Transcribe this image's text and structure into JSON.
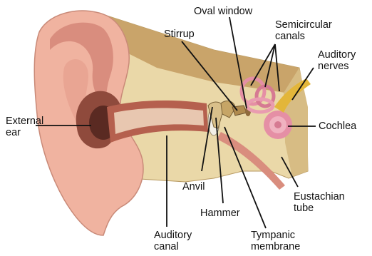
{
  "labels": {
    "external_ear": [
      "External",
      "ear"
    ],
    "stirrup": "Stirrup",
    "oval_window": "Oval window",
    "semicircular_canals": [
      "Semicircular",
      "canals"
    ],
    "auditory_nerves": [
      "Auditory",
      "nerves"
    ],
    "cochlea": "Cochlea",
    "anvil": "Anvil",
    "hammer": "Hammer",
    "auditory_canal": [
      "Auditory",
      "canal"
    ],
    "tympanic_membrane": [
      "Tympanic",
      "membrane"
    ],
    "eustachian_tube": [
      "Eustachian",
      "tube"
    ]
  },
  "colors": {
    "outer_skin": "#f0b3a0",
    "skin_shadow": "#d98d7e",
    "cartilage_dark": "#b5604e",
    "canal_dark": "#5a2a22",
    "bone_tan": "#c9a46a",
    "bone_light": "#ead8a8",
    "inner_ear_pink": "#e58fa5",
    "nerve_yellow": "#e3b63a",
    "leader_line": "#111111"
  }
}
